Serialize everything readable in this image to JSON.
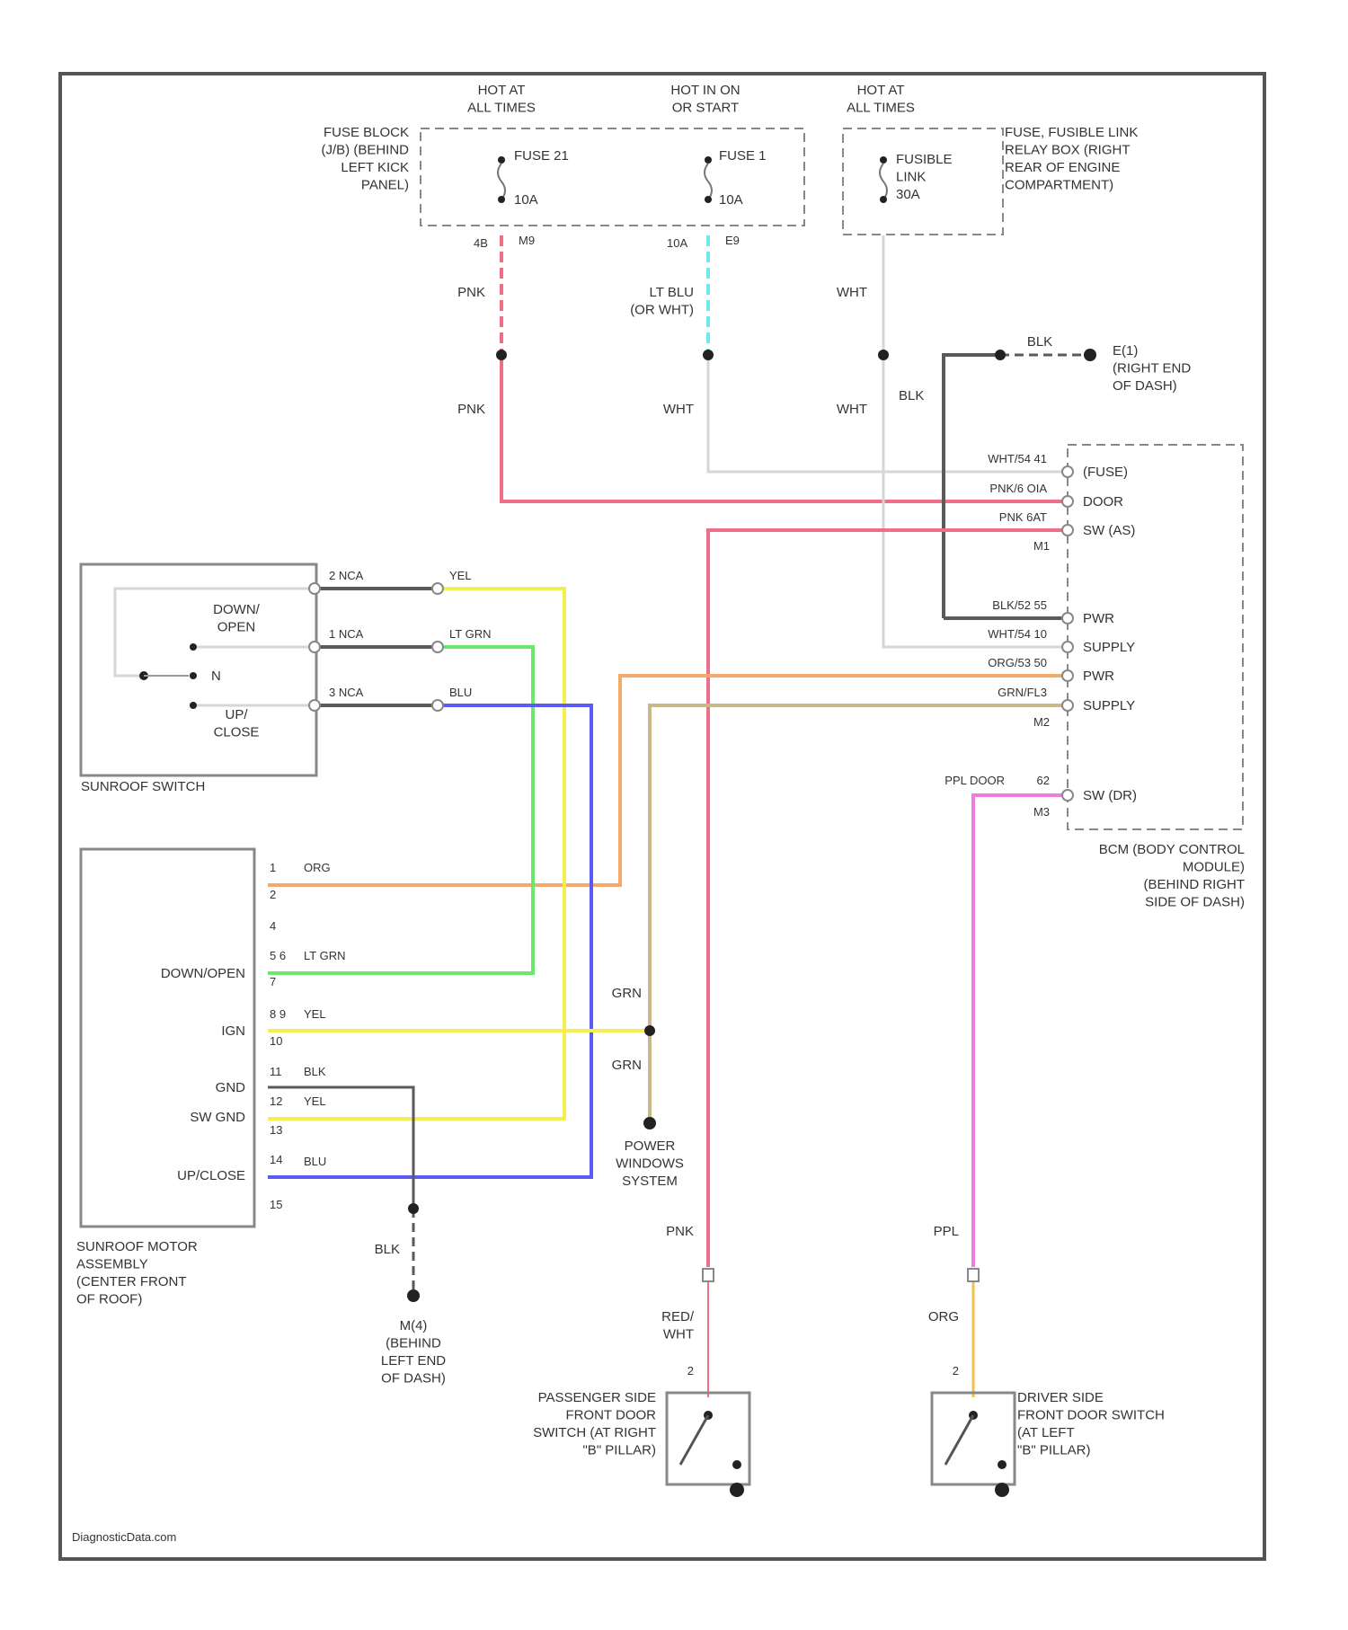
{
  "footer": "DiagnosticData.com",
  "fuses": {
    "hot_at_all_times_1": "HOT AT\nALL TIMES",
    "hot_run_start": "HOT IN ON\nOR START",
    "hot_at_all_times_2": "HOT AT\nALL TIMES",
    "fuse_block": "FUSE BLOCK\n(J/B) (BEHIND\nLEFT KICK\nPANEL)",
    "fuse21": "FUSE 21",
    "fuse21_amp": "10A",
    "fuse1": "FUSE 1",
    "fuse1_amp": "10A",
    "fusible_link": "FUSIBLE\nLINK\n30A",
    "fuse_box": "FUSE, FUSIBLE LINK\nRELAY BOX (RIGHT\nREAR OF ENGINE\nCOMPARTMENT)",
    "pin_4b": "4B",
    "pin_m9": "M9",
    "pin_10a": "10A",
    "pin_e9": "E9"
  },
  "wires": {
    "pnk_top": "PNK",
    "ltblu": "LT BLU\n(OR WHT)",
    "wht_top": "WHT",
    "pnk_mid": "PNK",
    "wht_mid1": "WHT",
    "wht_mid2": "WHT",
    "blk_ground": "BLK",
    "blk_mid": "BLK",
    "grn1": "GRN",
    "grn2": "GRN",
    "pnk_lower": "PNK",
    "ppl_lower": "PPL",
    "red_wht": "RED/\nWHT",
    "org_lower": "ORG",
    "blk_bottom": "BLK"
  },
  "ground_e1": "E(1)\n(RIGHT END\nOF DASH)",
  "ground_m9": "M(4)\n(BEHIND\nLEFT END\nOF DASH)",
  "bcm": {
    "title": "BCM (BODY CONTROL\nMODULE)\n(BEHIND RIGHT\nSIDE OF DASH)",
    "pins": [
      "(FUSE)",
      "DOOR",
      "SW (AS)",
      "PWR",
      "SUPPLY",
      "PWR",
      "SUPPLY",
      "SW (DR)"
    ],
    "wire_labels": [
      "WHT/54 41",
      "PNK/6 OIA",
      "PNK 6AT",
      "BLK/52 55",
      "WHT/54 10",
      "ORG/53 50",
      "GRN/FL3",
      "PPL DOOR"
    ],
    "pin_m1": "M1",
    "pin_m2": "M2",
    "pin_62": "62",
    "pin_m3": "M3"
  },
  "sunroof_switch": {
    "title": "SUNROOF SWITCH",
    "down_open": "DOWN/\nOPEN",
    "n": "N",
    "up_close": "UP/\nCLOSE",
    "connectors": [
      "2  NCA",
      "1  NCA",
      "3  NCA"
    ],
    "wire_colors": [
      "YEL",
      "LT GRN",
      "BLU"
    ]
  },
  "motor": {
    "title": "SUNROOF MOTOR\nASSEMBLY\n(CENTER FRONT\nOF ROOF)",
    "pins": [
      "1",
      "2",
      "4",
      "5  6",
      "7",
      "8  9",
      "10",
      "11",
      "12",
      "13",
      "14",
      "15"
    ],
    "wire_org": "ORG",
    "wire_ltgrn": "LT GRN",
    "wire_yel": "YEL",
    "wire_blk": "BLK",
    "wire_yel2": "YEL",
    "wire_blu": "BLU",
    "down_open": "DOWN/OPEN",
    "ign": "IGN",
    "gnd": "GND",
    "sw_gnd": "SW GND",
    "up_close": "UP/CLOSE"
  },
  "power_windows": "POWER\nWINDOWS\nSYSTEM",
  "pass_switch": {
    "title": "PASSENGER SIDE\nFRONT DOOR\nSWITCH (AT RIGHT\n\"B\" PILLAR)",
    "pin": "2"
  },
  "drv_switch": {
    "title": "DRIVER SIDE\nFRONT DOOR SWITCH\n(AT LEFT\n\"B\" PILLAR)",
    "pin": "2"
  },
  "colors": {
    "pnk": "#ef6f86",
    "wht": "#d6d6d6",
    "ltblu": "#6fe8f0",
    "blk": "#5a5a5a",
    "yel": "#f5ee4f",
    "ltgrn": "#6be86b",
    "blu": "#5b5bf0",
    "org": "#f5a96a",
    "grn": "#c9b98a",
    "ppl": "#f07ce0",
    "red": "#ef6f86",
    "orgdrv": "#f3c04a"
  }
}
